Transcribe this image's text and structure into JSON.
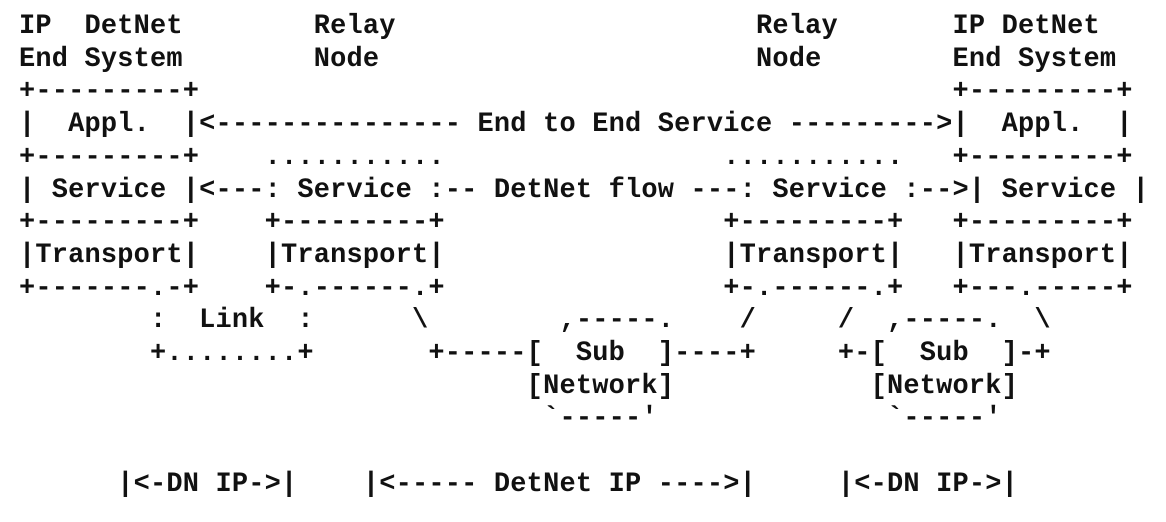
{
  "diagram": {
    "lines": [
      "IP  DetNet        Relay                      Relay       IP DetNet",
      "End System        Node                       Node        End System",
      "+---------+                                              +---------+",
      "|  Appl.  |<--------------- End to End Service --------->|  Appl.  |",
      "+---------+    ...........                 ...........   +---------+",
      "| Service |<---: Service :-- DetNet flow ---: Service :-->| Service |",
      "+---------+    +---------+                 +---------+   +---------+",
      "|Transport|    |Transport|                 |Transport|   |Transport|",
      "+-------.-+    +-.------.+                 +-.------.+   +---.-----+",
      "        :  Link  :      \\        ,-----.    /     /  ,-----.  \\",
      "        +........+       +-----[  Sub  ]----+     +-[  Sub  ]-+",
      "                               [Network]            [Network]",
      "                                `-----'              `-----'",
      "",
      "      |<-DN IP->|    |<----- DetNet IP ---->|     |<-DN IP->|"
    ]
  }
}
